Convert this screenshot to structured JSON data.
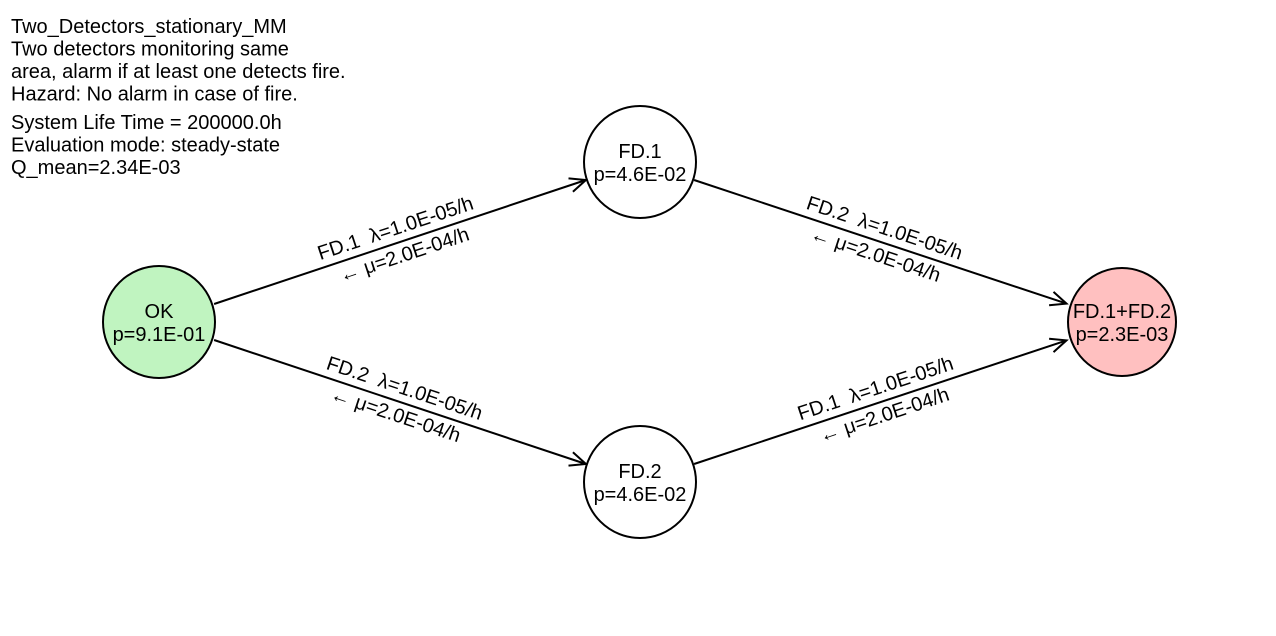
{
  "header": {
    "title": "Two_Detectors_stationary_MM",
    "description_lines": [
      "Two detectors monitoring same",
      "area, alarm if at least one detects fire.",
      "Hazard: No alarm in case of fire."
    ],
    "info_lines": [
      "System Life Time = 200000.0h",
      "Evaluation mode: steady-state",
      "Q_mean=2.34E-03"
    ]
  },
  "nodes": {
    "ok": {
      "label": "OK",
      "probability": "p=9.1E-01"
    },
    "fd1": {
      "label": "FD.1",
      "probability": "p=4.6E-02"
    },
    "fd2": {
      "label": "FD.2",
      "probability": "p=4.6E-02"
    },
    "both": {
      "label": "FD.1+FD.2",
      "probability": "p=2.3E-03"
    }
  },
  "edges": {
    "ok_to_fd1": {
      "rate_label": "FD.1  λ=1.0E-05/h",
      "repair_label": "← μ=2.0E-04/h"
    },
    "ok_to_fd2": {
      "rate_label": "FD.2  λ=1.0E-05/h",
      "repair_label": "← μ=2.0E-04/h"
    },
    "fd1_to_both": {
      "rate_label": "FD.2  λ=1.0E-05/h",
      "repair_label": "← μ=2.0E-04/h"
    },
    "fd2_to_both": {
      "rate_label": "FD.1  λ=1.0E-05/h",
      "repair_label": "← μ=2.0E-04/h"
    }
  },
  "colors": {
    "ok_fill": "#c0f4c0",
    "default_fill": "#ffffff",
    "hazard_fill": "#ffc0c0",
    "hazard_stroke": "#ff0000",
    "edge_stroke": "#000000"
  }
}
